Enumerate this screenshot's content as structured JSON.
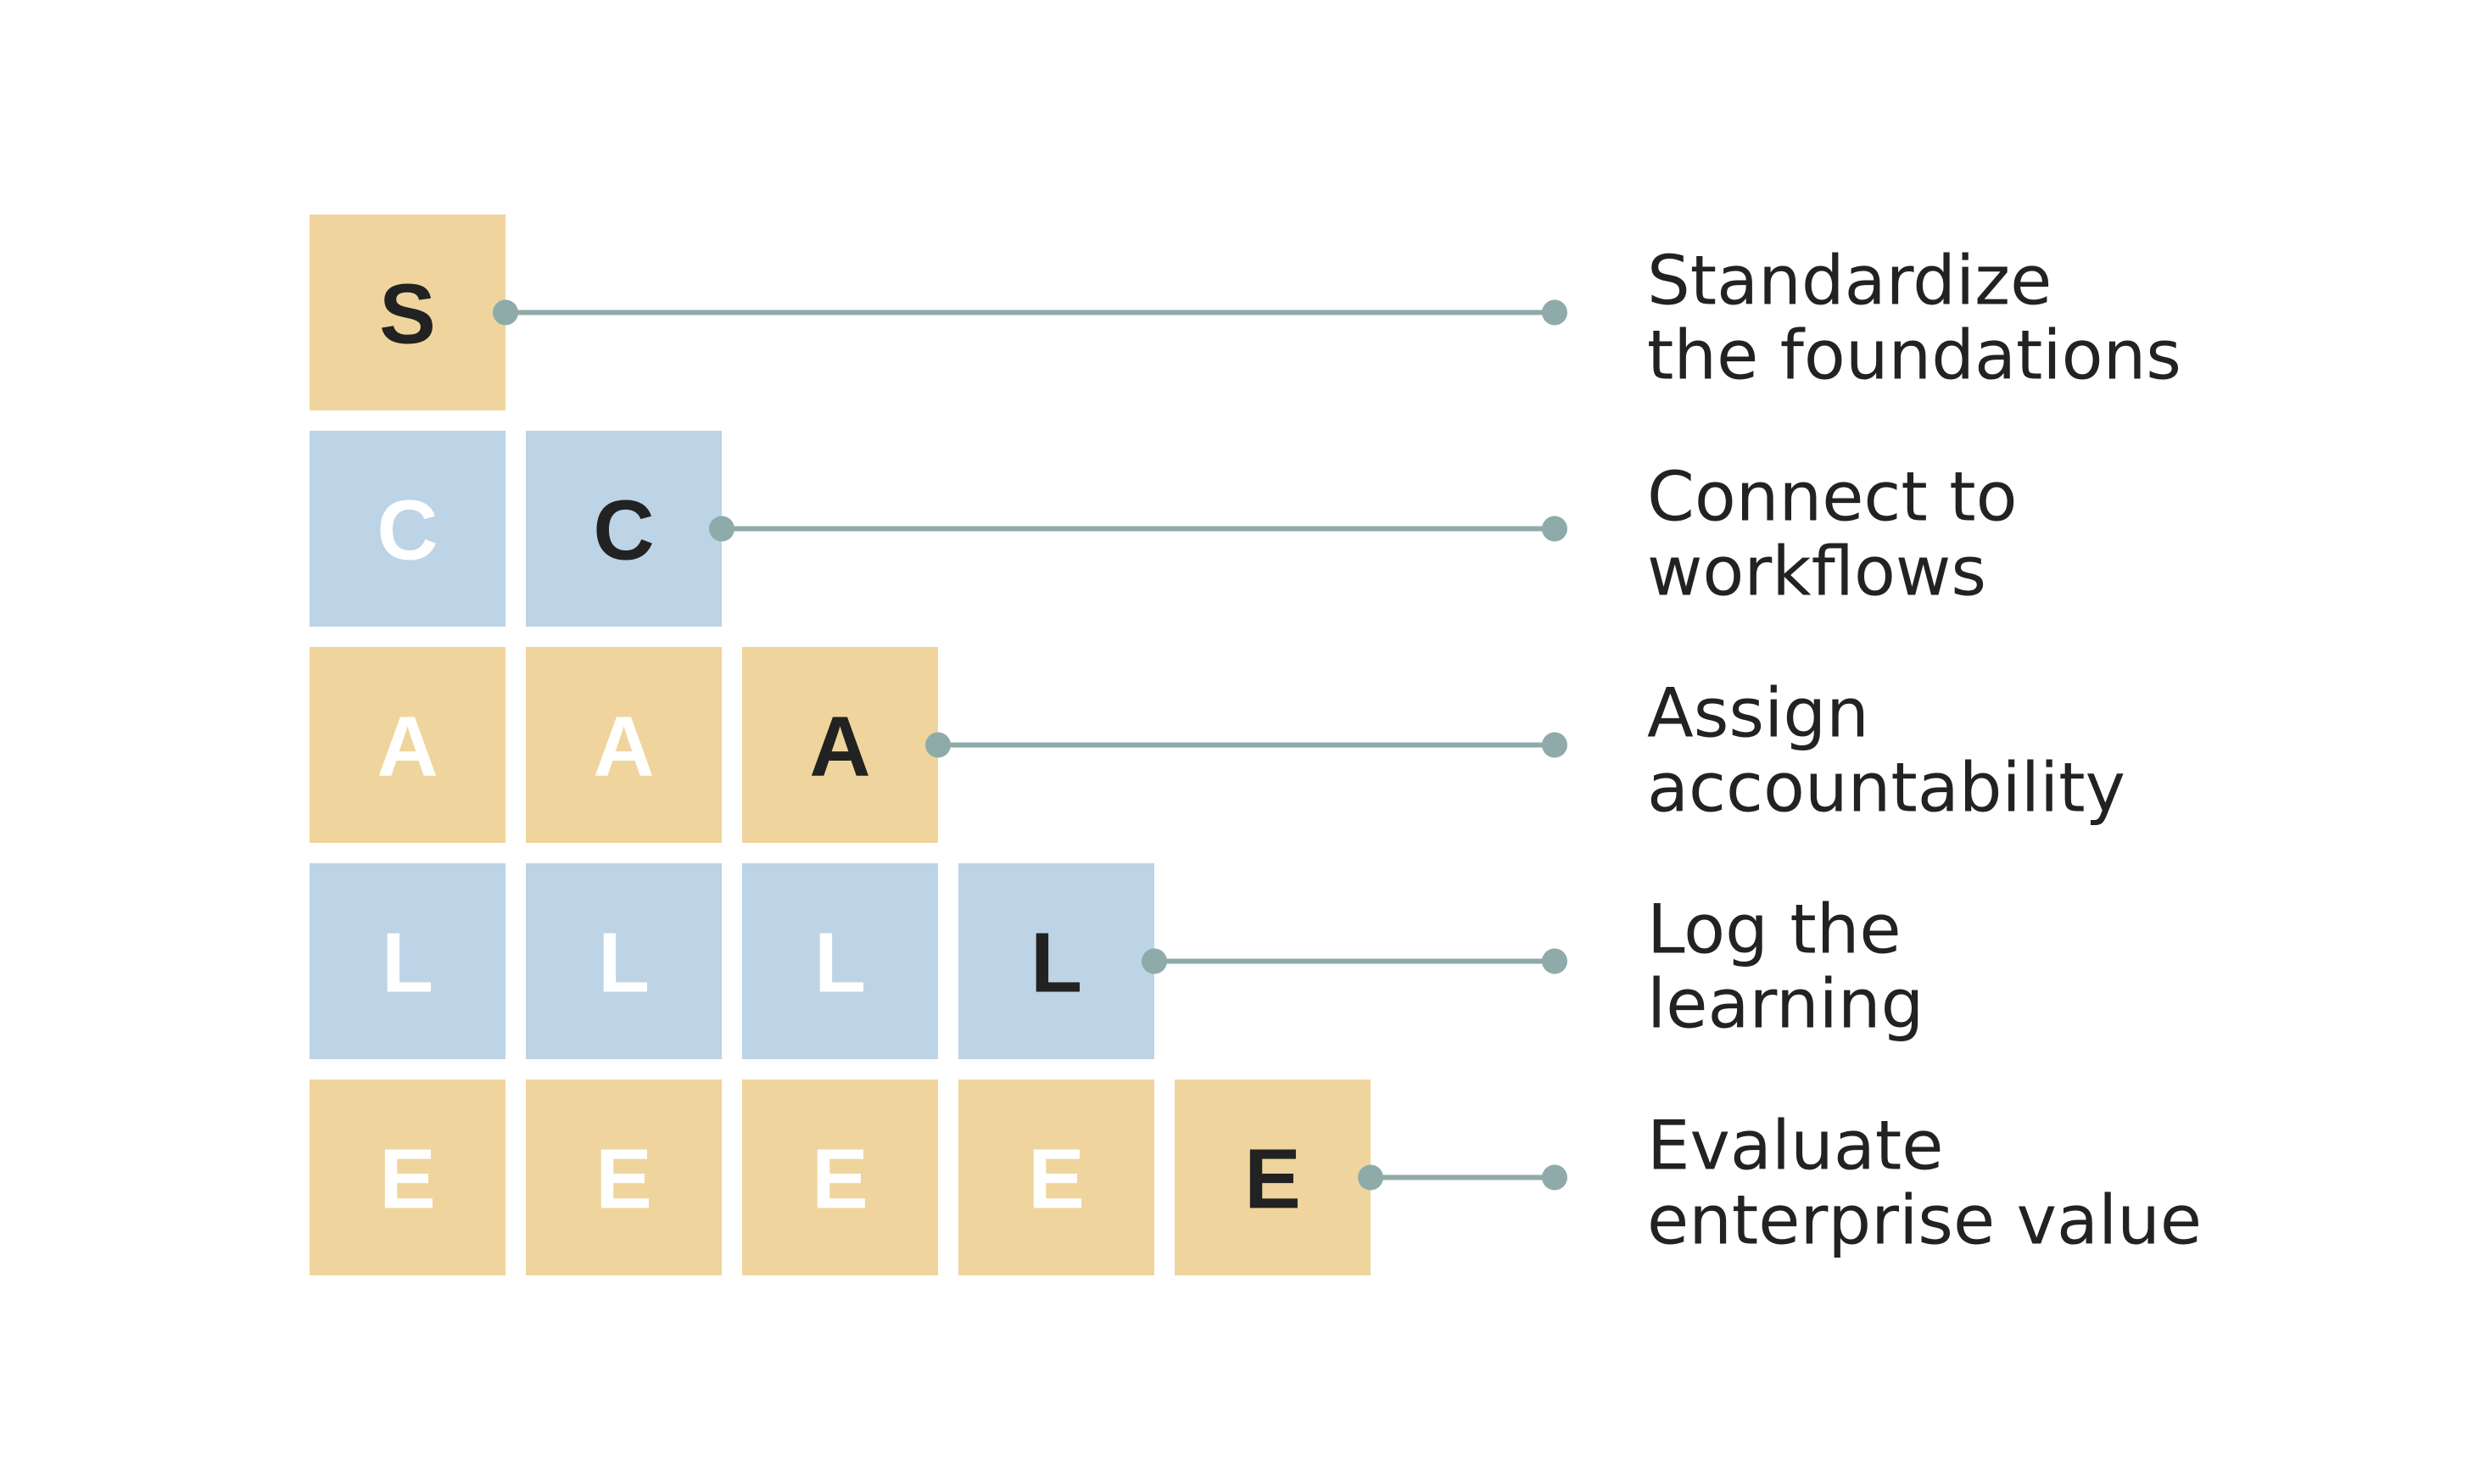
{
  "colors": {
    "gold_tile": "#EFD59D",
    "blue_tile": "#BDD3E6",
    "connector": "#8EABAA",
    "active_letter": "#222222",
    "inactive_letter": "#FFFFFF"
  },
  "rows": [
    {
      "letter": "S",
      "tile_count": 1,
      "tile_color": "gold",
      "label_lines": [
        "Standardize",
        "the foundations"
      ]
    },
    {
      "letter": "C",
      "tile_count": 2,
      "tile_color": "blue",
      "label_lines": [
        "Connect to",
        "workflows"
      ]
    },
    {
      "letter": "A",
      "tile_count": 3,
      "tile_color": "gold",
      "label_lines": [
        "Assign",
        "accountability"
      ]
    },
    {
      "letter": "L",
      "tile_count": 4,
      "tile_color": "blue",
      "label_lines": [
        "Log the",
        "learning"
      ]
    },
    {
      "letter": "E",
      "tile_count": 5,
      "tile_color": "gold",
      "label_lines": [
        "Evaluate",
        "enterprise value"
      ]
    }
  ]
}
